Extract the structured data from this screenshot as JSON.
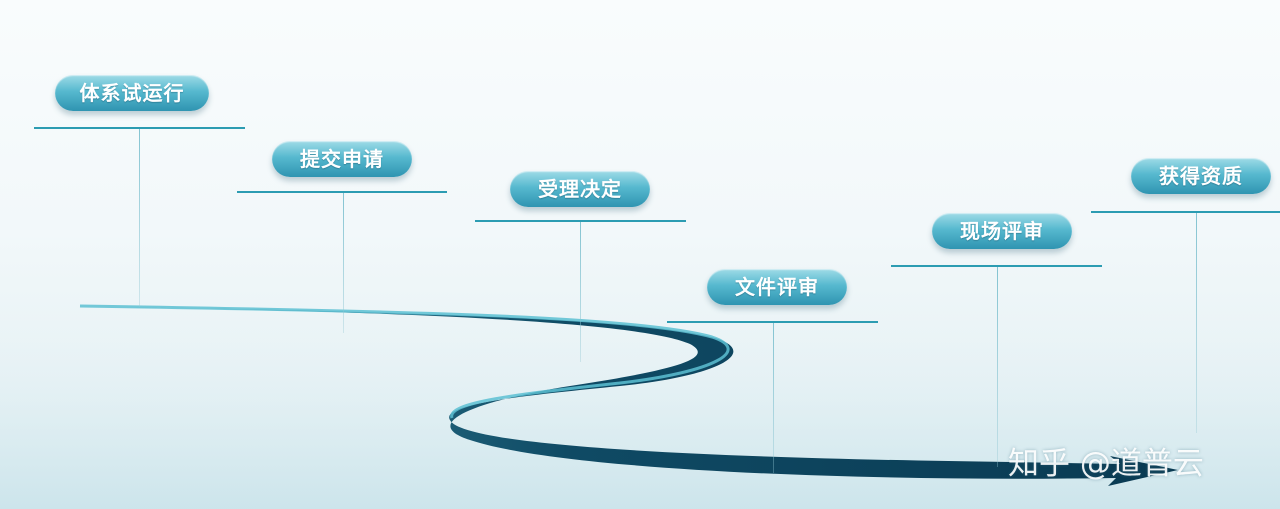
{
  "steps": [
    {
      "label": "体系试运行"
    },
    {
      "label": "提交申请"
    },
    {
      "label": "受理决定"
    },
    {
      "label": "文件评审"
    },
    {
      "label": "现场评审"
    },
    {
      "label": "获得资质"
    }
  ],
  "watermark": "知乎 @道普云",
  "colors": {
    "pill_top": "#9fdbe7",
    "pill_bottom": "#2f94b1",
    "line": "#2c9cb2",
    "road_dark": "#0f4a64",
    "road_edge": "#2a8fa8"
  }
}
